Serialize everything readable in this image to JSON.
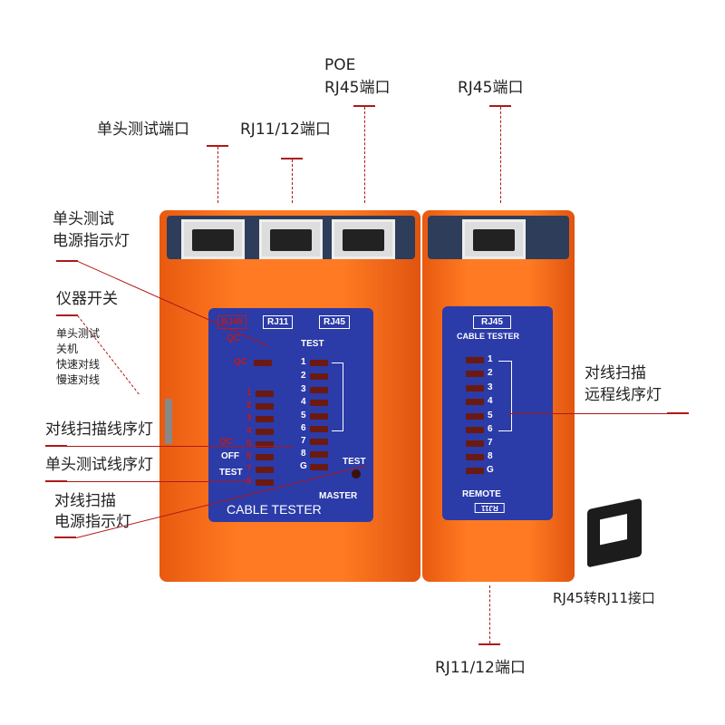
{
  "callouts": {
    "single_test_port": "单头测试端口",
    "rj11_port_top": "RJ11/12端口",
    "poe": "POE",
    "poe_rj45_port": "RJ45端口",
    "remote_rj45_port": "RJ45端口",
    "single_power_led": [
      "单头测试",
      "电源指示灯"
    ],
    "power_switch": "仪器开关",
    "switch_modes": [
      "单头测试",
      "关机",
      "快速对线",
      "慢速对线"
    ],
    "scan_sequence_led": "对线扫描线序灯",
    "single_sequence_led": "单头测试线序灯",
    "scan_power_led": [
      "对线扫描",
      "电源指示灯"
    ],
    "remote_sequence_led": [
      "对线扫描",
      "远程线序灯"
    ],
    "adapter": "RJ45转RJ11接口",
    "rj11_port_bottom": "RJ11/12端口"
  },
  "master": {
    "rj45_qc": "RJ45",
    "qc": "QC",
    "qc_led": "QC",
    "test_rj11": "RJ11",
    "test_rj45": "RJ45",
    "test": "TEST",
    "left_leds": [
      "1",
      "2",
      "3",
      "4",
      "5",
      "6",
      "7",
      "8"
    ],
    "right_leds": [
      "1",
      "2",
      "3",
      "4",
      "5",
      "6",
      "7",
      "8",
      "G"
    ],
    "switch_qc": "QC",
    "switch_off": "OFF",
    "switch_test": "TEST",
    "test_button": "TEST",
    "master": "MASTER",
    "brand": "CABLE TESTER"
  },
  "remote": {
    "rj45": "RJ45",
    "title": "CABLE TESTER",
    "leds": [
      "1",
      "2",
      "3",
      "4",
      "5",
      "6",
      "7",
      "8",
      "G"
    ],
    "remote": "REMOTE",
    "rj11": "RJ11"
  }
}
